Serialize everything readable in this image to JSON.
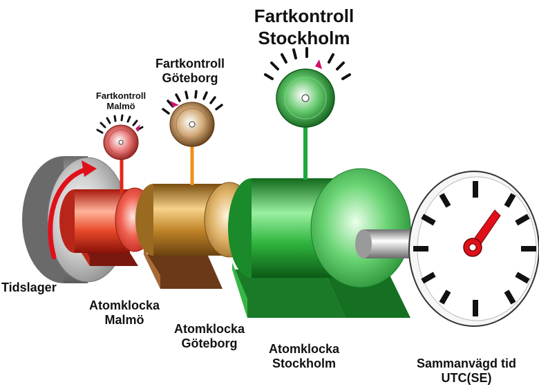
{
  "labels": {
    "fartkontroll_stockholm": [
      "Fartkontroll",
      "Stockholm"
    ],
    "fartkontroll_goteborg": [
      "Fartkontroll",
      "Göteborg"
    ],
    "fartkontroll_malmo": [
      "Fartkontroll",
      "Malmö"
    ],
    "tidslager": "Tidslager",
    "atomklocka_malmo": [
      "Atomklocka",
      "Malmö"
    ],
    "atomklocka_goteborg": [
      "Atomklocka",
      "Göteborg"
    ],
    "atomklocka_stockholm": [
      "Atomklocka",
      "Stockholm"
    ],
    "sammanvagd": [
      "Sammanvägd tid",
      "UTC(SE)"
    ]
  },
  "colors": {
    "malmo": "#e23a2a",
    "goteborg": "#c98a2a",
    "stockholm": "#2aa83a",
    "tidslager": "#9a9a9a",
    "pointer": "#e0101a",
    "knob_marker": "#d0106a"
  },
  "icons": {
    "rotation_arrow": "curved-arrow-icon",
    "clock_face": "clock-dial-icon",
    "knob": "speed-dial-knob-icon"
  }
}
